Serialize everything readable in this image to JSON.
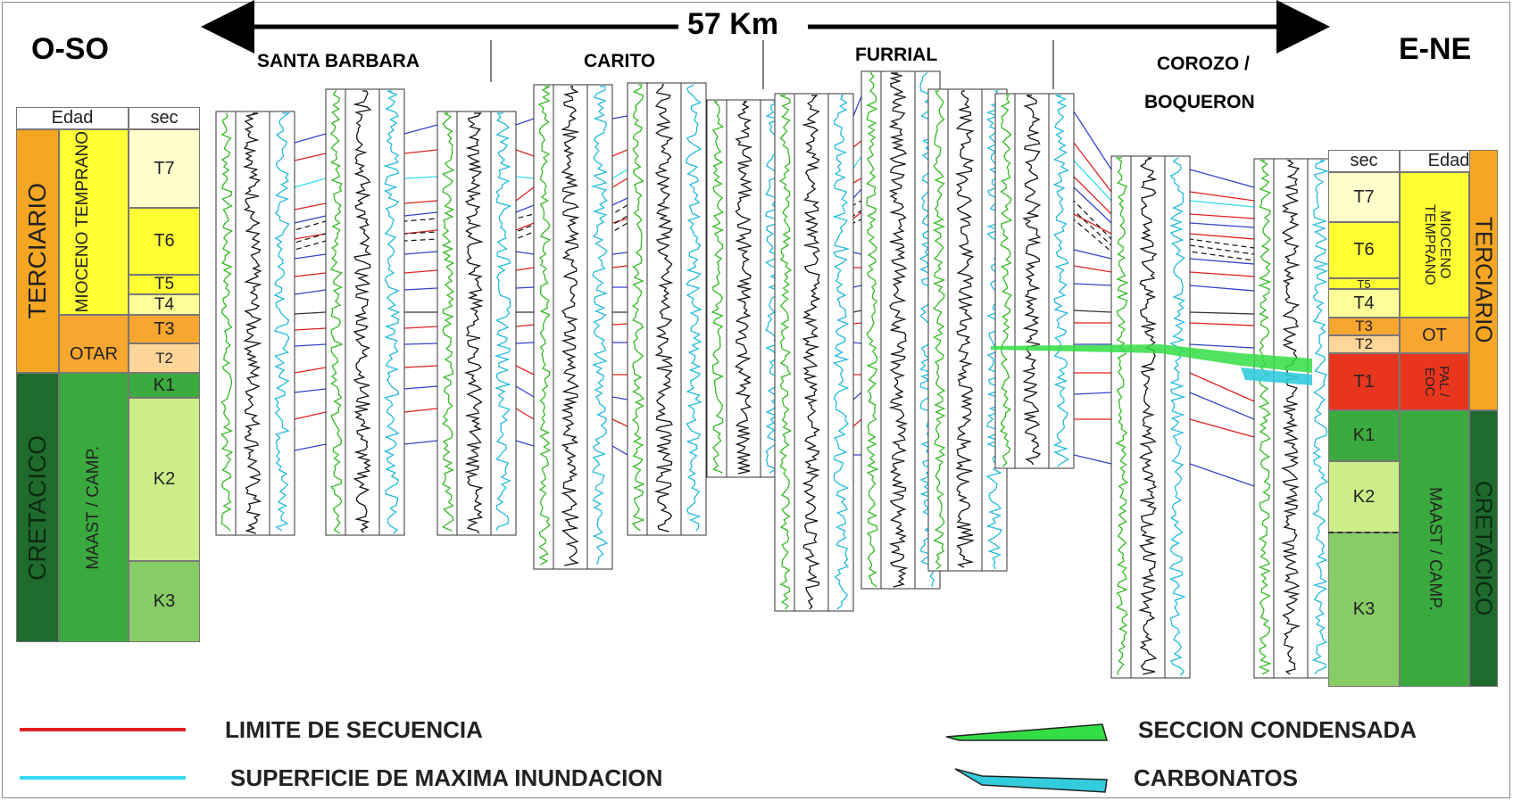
{
  "title": {
    "distance": "57 Km",
    "west": "O-SO",
    "east": "E-NE"
  },
  "regions": [
    "SANTA BARBARA",
    "CARITO",
    "FURRIAL",
    "COROZO /",
    "BOQUERON"
  ],
  "left_column": {
    "header_edad": "Edad",
    "header_sec": "sec",
    "era_terciario": "TERCIARIO",
    "era_cretacico": "CRETACICO",
    "age_mioceno": "MIOCENO TEMPRANO",
    "age_otar": "OTAR",
    "age_maast": "MAAST / CAMP.",
    "seq": [
      "T7",
      "T6",
      "T5",
      "T4",
      "T3",
      "T2",
      "K1",
      "K2",
      "K3"
    ]
  },
  "right_column": {
    "header_sec": "sec",
    "header_edad": "Edad",
    "era_terciario": "TERCIARIO",
    "era_cretacico": "CRETACICO",
    "age_mioceno": "MIOCENO TEMPRANO",
    "age_ot": "OT",
    "age_pal": "PAL / EOC",
    "age_maast": "MAAST / CAMP.",
    "seq": [
      "T7",
      "T6",
      "T5",
      "T4",
      "T3",
      "T2",
      "T1",
      "K1",
      "K2",
      "K3"
    ]
  },
  "legend": {
    "seq_limit": "LIMITE DE SECUENCIA",
    "mfs": "SUPERFICIE DE MAXIMA INUNDACION",
    "condensed": "SECCION CONDENSADA",
    "carbonates": "CARBONATOS"
  },
  "colors": {
    "terciario": "#F5A623",
    "cretacico": "#1F6B2E",
    "mioceno": "#FFFF33",
    "otar": "#F7A62F",
    "maast": "#3BAA3E",
    "seq_limit": "#E02020",
    "mfs": "#33DDEE",
    "boundary_blue": "#3344CC",
    "condensed": "#33DD44",
    "carbonates": "#33CCDD"
  }
}
